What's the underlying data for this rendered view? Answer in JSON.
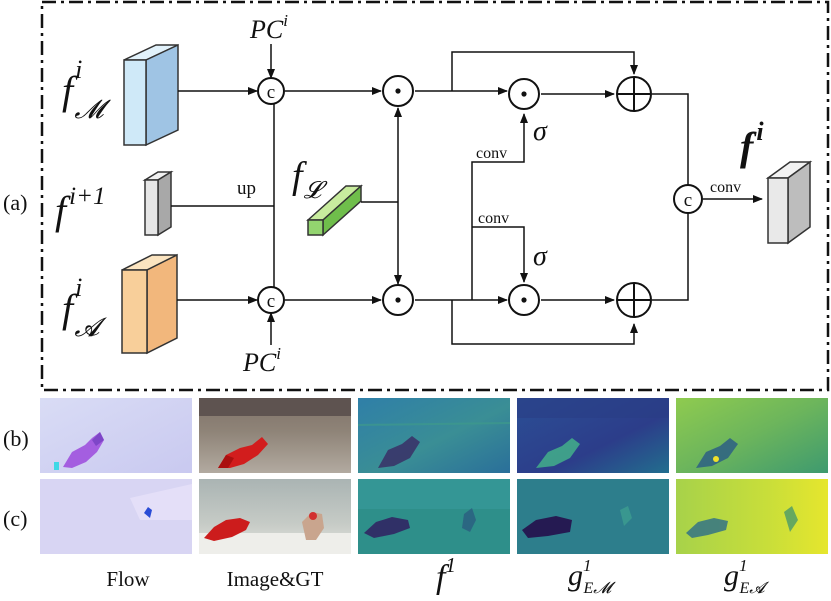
{
  "panel_labels": {
    "a": "(a)",
    "b": "(b)",
    "c": "(c)"
  },
  "inputs": {
    "motion": {
      "base": "f",
      "sup": "i",
      "sub": "𝓜",
      "color": "#bcdcf0"
    },
    "upper": {
      "base": "f",
      "sup": "i+1",
      "color": "#e2e2e2"
    },
    "appearance": {
      "base": "f",
      "sup": "i",
      "sub": "𝓐",
      "color": "#f7cf98"
    },
    "low_level": {
      "base": "f",
      "sub": "𝓛",
      "color": "#8ed36c"
    },
    "output": {
      "base": "f",
      "sup": "i",
      "color": "#dcdcdc"
    }
  },
  "prior": {
    "base": "PC",
    "sup": "i"
  },
  "ops": {
    "concat": "c",
    "multiply": "⊙",
    "add": "⊕",
    "sigma": "σ",
    "conv": "conv",
    "up": "up"
  },
  "visualization": {
    "columns": [
      "Flow",
      "Image&GT",
      "f¹",
      "g¹EM",
      "g¹EA"
    ],
    "col_captions": {
      "flow": "Flow",
      "image": "Image&GT",
      "f1": {
        "base": "f",
        "sup": "1"
      },
      "gEM": {
        "base": "g",
        "sup": "1",
        "sub": "E𝓜"
      },
      "gEA": {
        "base": "g",
        "sup": "1",
        "sub": "E𝓐"
      }
    },
    "rows": [
      "(b)",
      "(c)"
    ]
  }
}
